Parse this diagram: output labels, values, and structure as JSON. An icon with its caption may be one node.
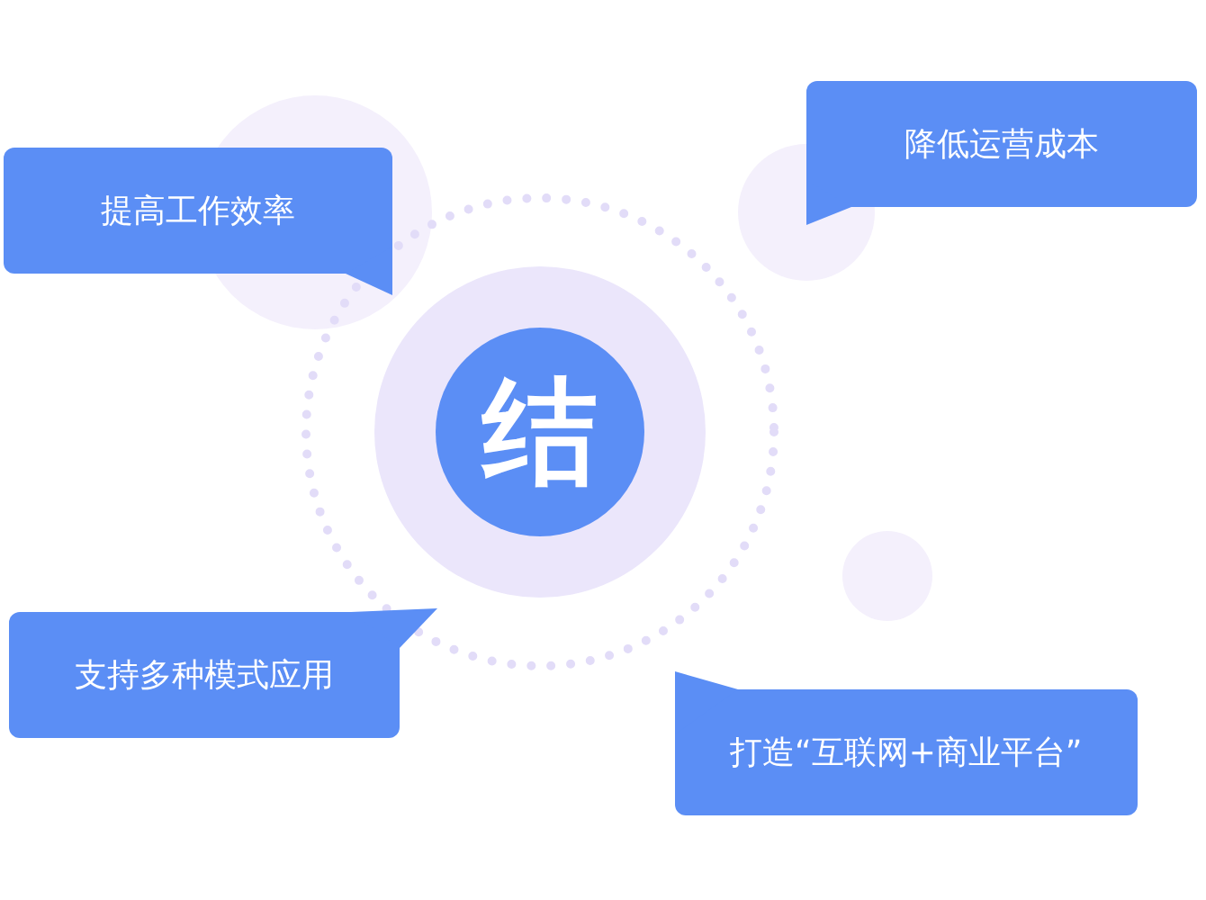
{
  "diagram": {
    "nodes": [
      {
        "text": [
          "降低运营成本"
        ]
      },
      {
        "text": [
          "提高工作效率"
        ]
      },
      {
        "text": [
          "结"
        ]
      },
      {
        "text": [
          "支持多种模式应用"
        ]
      },
      {
        "text": [
          "打造“互联网+商业平台”"
        ]
      }
    ]
  }
}
